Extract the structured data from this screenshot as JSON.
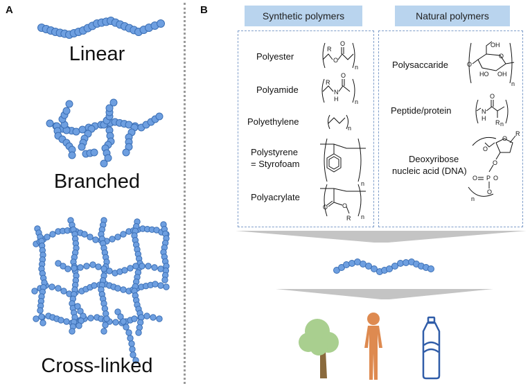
{
  "panel_a": {
    "letter": "A",
    "labels": {
      "linear": "Linear",
      "branched": "Branched",
      "crosslinked": "Cross-linked"
    }
  },
  "panel_b": {
    "letter": "B",
    "synthetic_header": "Synthetic polymers",
    "natural_header": "Natural polymers",
    "synthetic": [
      {
        "name": "Polyester"
      },
      {
        "name": "Polyamide"
      },
      {
        "name": "Polyethylene"
      },
      {
        "name_line1": "Polystyrene",
        "name_line2": "= Styrofoam"
      },
      {
        "name": "Polyacrylate"
      }
    ],
    "natural": [
      {
        "name": "Polysaccaride"
      },
      {
        "name": "Peptide/protein"
      },
      {
        "name_line1": "Deoxyribose",
        "name_line2": "nucleic acid (DNA)"
      }
    ],
    "chem_labels": {
      "R": "R",
      "O": "O",
      "N": "N",
      "H": "H",
      "n": "n",
      "OH": "OH",
      "HO": "HO",
      "P": "P"
    }
  },
  "colors": {
    "bead_fill": "#6e9fe0",
    "bead_stroke": "#3b6fb5",
    "header_bg": "#b9d4ee",
    "dash": "#7d9cc9",
    "tree": "#a9cf8f",
    "trunk": "#8a6a3d",
    "person": "#de8a50",
    "bottle": "#2f5ca8",
    "arrow": "#c4c4c4"
  },
  "icons": [
    "tree-icon",
    "person-icon",
    "bottle-icon"
  ]
}
